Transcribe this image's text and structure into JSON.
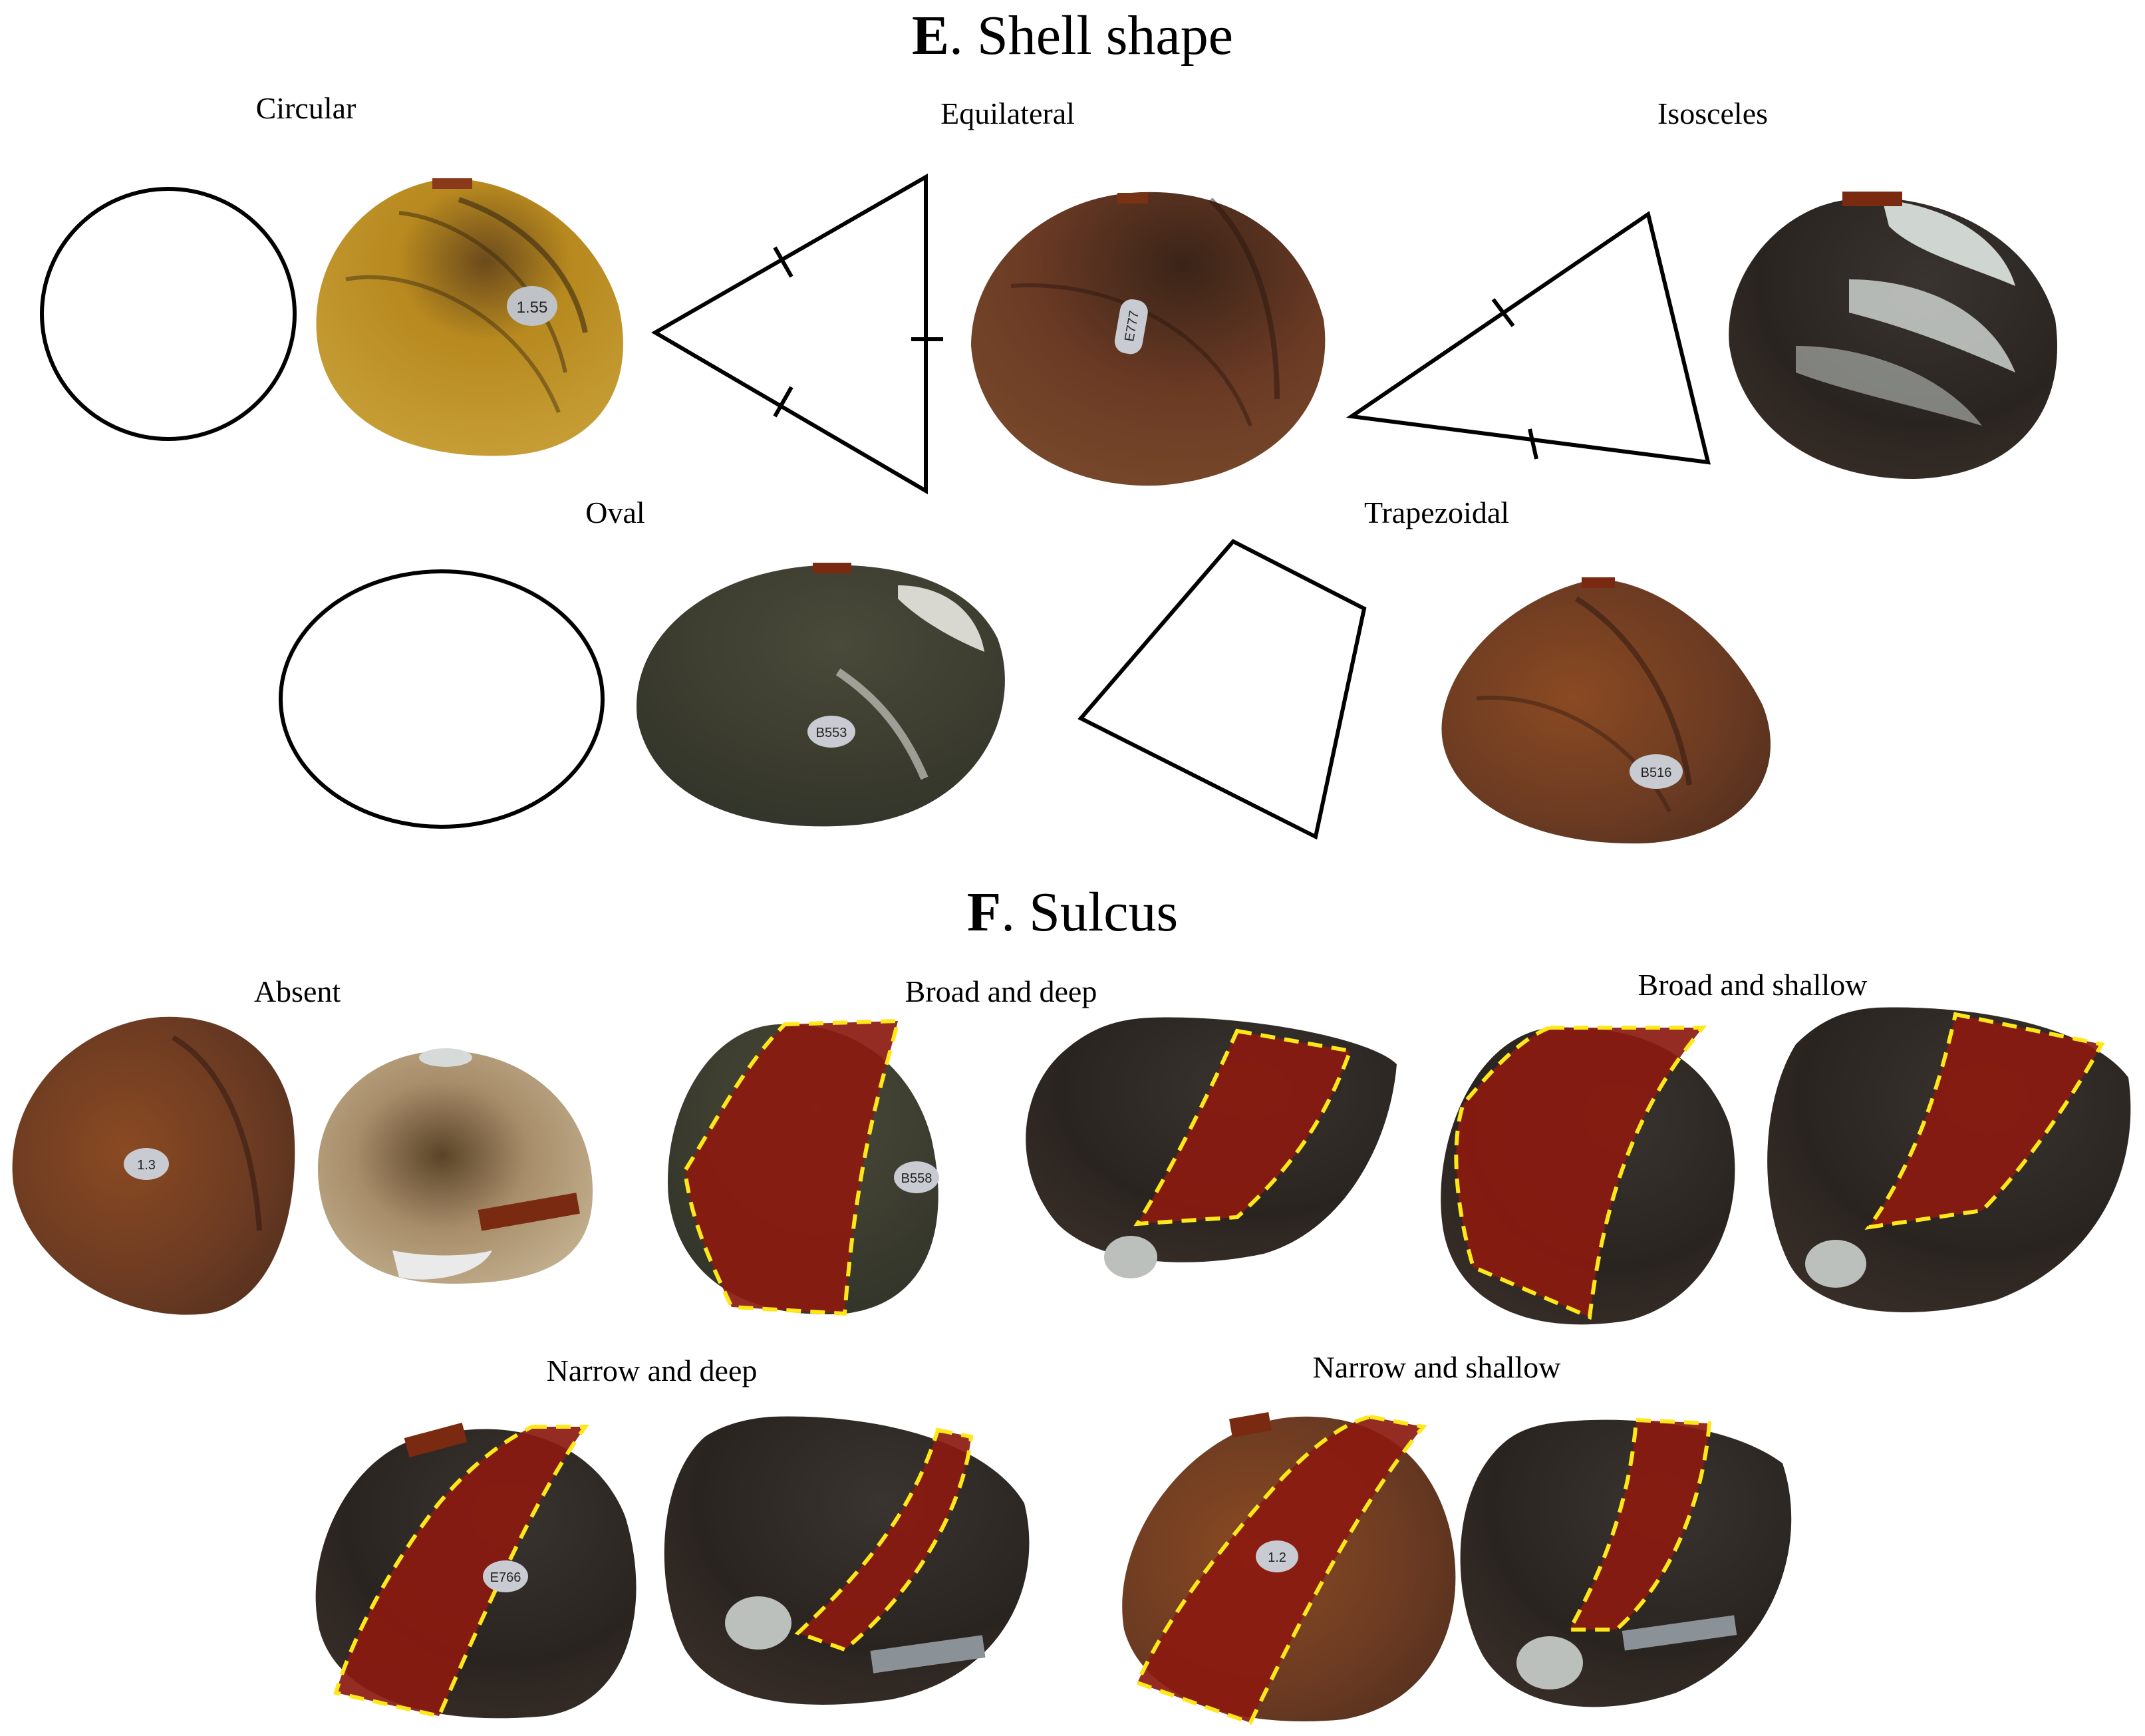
{
  "section_e": {
    "letter": "E",
    "title": ". Shell shape",
    "labels": {
      "circular": "Circular",
      "equilateral": "Equilateral",
      "isosceles": "Isosceles",
      "oval": "Oval",
      "trapezoidal": "Trapezoidal"
    }
  },
  "section_f": {
    "letter": "F",
    "title": ". Sulcus",
    "labels": {
      "absent": "Absent",
      "broad_deep": "Broad and deep",
      "broad_shallow": "Broad and shallow",
      "narrow_deep": "Narrow and deep",
      "narrow_shallow": "Narrow and shallow"
    }
  },
  "specimen_tags": {
    "circular": "1.55",
    "equilateral": "E777",
    "oval": "B553",
    "trapezoidal": "B516",
    "absent": "1.3",
    "broad_deep": "B558",
    "narrow_deep": "E766",
    "narrow_shallow": "1.2"
  },
  "colors": {
    "sulcus_fill": "#8b1a10",
    "sulcus_outline": "#ffe81a",
    "shape_stroke": "#000000"
  }
}
